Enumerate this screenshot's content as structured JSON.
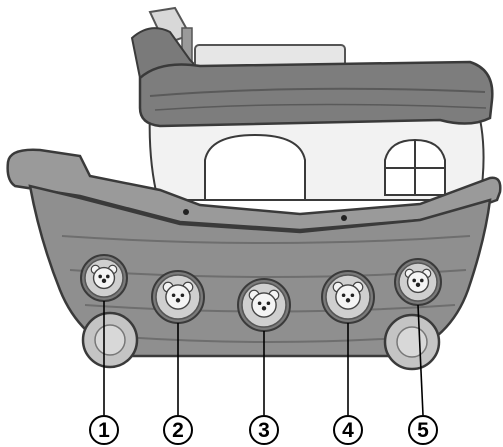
{
  "figure": {
    "callouts": [
      {
        "number": "1",
        "icon": "animal-button-icon"
      },
      {
        "number": "2",
        "icon": "animal-button-icon"
      },
      {
        "number": "3",
        "icon": "bear-button-icon"
      },
      {
        "number": "4",
        "icon": "animal-button-icon"
      },
      {
        "number": "5",
        "icon": "animal-button-icon"
      }
    ]
  },
  "colors": {
    "hull": "#8f8f8f",
    "hull_dark": "#6e6e6e",
    "roof": "#7d7d7d",
    "cabin": "#f2f2f2",
    "button_face": "#cfcfcf",
    "wheel": "#c4c4c4",
    "outline": "#3a3a3a"
  }
}
